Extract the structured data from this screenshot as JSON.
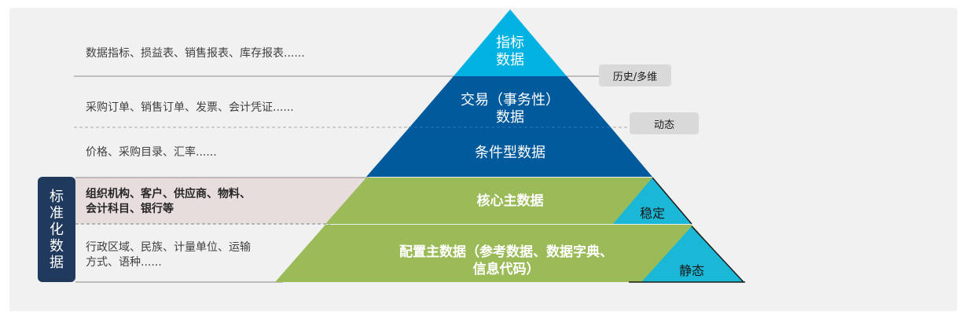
{
  "pyramid": {
    "levels": [
      {
        "title": "指标\n数据",
        "desc": "数据指标、损益表、销售报表、库存报表......"
      },
      {
        "title": "交易（事务性）\n数据",
        "desc": "采购订单、销售订单、发票、会计凭证......"
      },
      {
        "title": "条件型数据",
        "desc": "价格、采购目录、汇率......"
      },
      {
        "title": "核心主数据",
        "desc": "组织机构、客户、供应商、物料、\n会计科目、银行等"
      },
      {
        "title": "配置主数据（参考数据、数据字典、\n信息代码）",
        "desc": "行政区域、民族、计量单位、运输\n方式、语种......"
      }
    ],
    "tags": {
      "history": "历史/多维",
      "dynamic": "动态"
    },
    "side_labels": {
      "stable": "稳定",
      "static": "静态"
    },
    "standard_label": "标准化数据",
    "colors": {
      "top": "#00b2e2",
      "mid": "#005a9c",
      "green": "#9bbb59",
      "cyan": "#1ab7d6",
      "band": "#e8dddd"
    }
  }
}
